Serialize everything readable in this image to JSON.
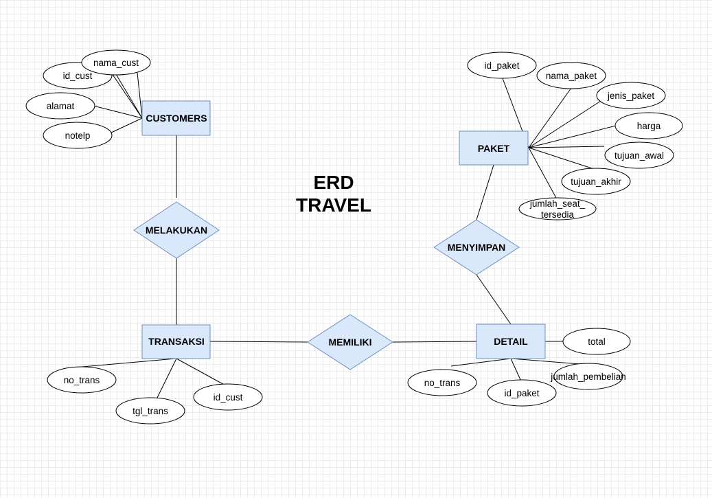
{
  "title": {
    "line1": "ERD",
    "line2": "TRAVEL"
  },
  "entities": {
    "customers": "CUSTOMERS",
    "paket": "PAKET",
    "transaksi": "TRANSAKSI",
    "detail": "DETAIL"
  },
  "relationships": {
    "melakukan": "MELAKUKAN",
    "menyimpan": "MENYIMPAN",
    "memiliki": "MEMILIKI"
  },
  "attributes": {
    "customers": {
      "nama_cust": "nama_cust",
      "id_cust": "id_cust",
      "alamat": "alamat",
      "notelp": "notelp"
    },
    "paket": {
      "id_paket": "id_paket",
      "nama_paket": "nama_paket",
      "jenis_paket": "jenis_paket",
      "harga": "harga",
      "tujuan_awal": "tujuan_awal",
      "tujuan_akhir": "tujuan_akhir",
      "jumlah_seat_1": "jumlah_seat_",
      "jumlah_seat_2": "tersedia"
    },
    "transaksi": {
      "no_trans": "no_trans",
      "tgl_trans": "tgl_trans",
      "id_cust": "id_cust"
    },
    "detail": {
      "total": "total",
      "no_trans": "no_trans",
      "id_paket": "id_paket",
      "jumlah_pembelian": "jumlah_pembelian"
    }
  },
  "colors": {
    "entity_fill": "#dae8fc",
    "entity_stroke": "#6c8ebf",
    "grid": "#ececec"
  }
}
